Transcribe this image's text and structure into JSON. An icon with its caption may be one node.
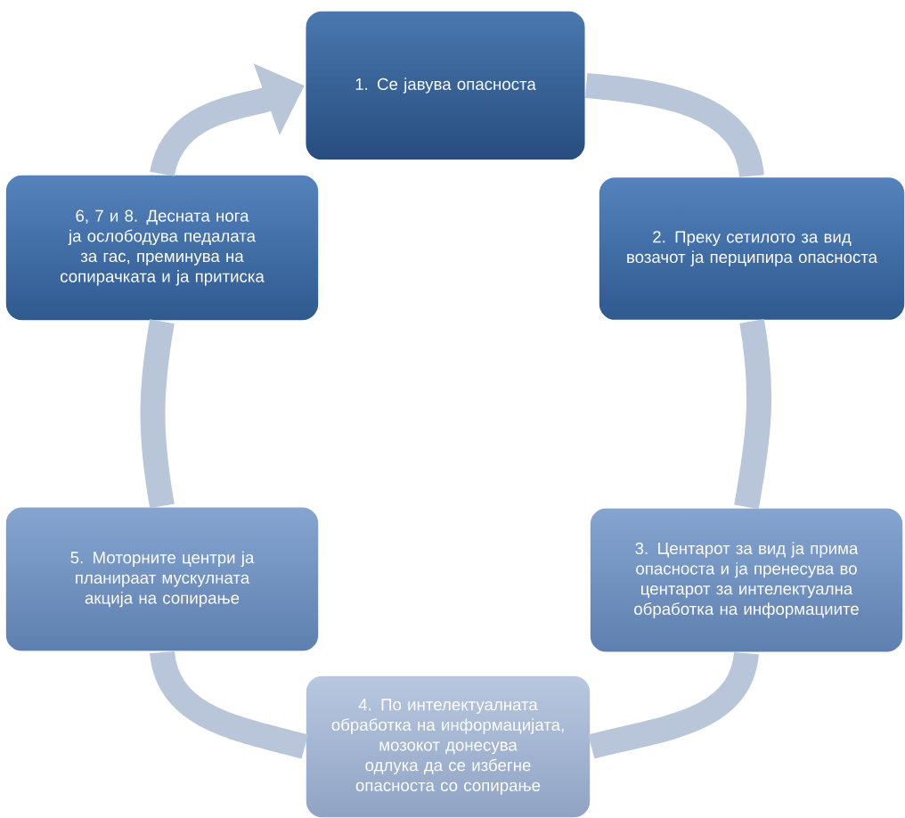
{
  "diagram": {
    "nodes": [
      {
        "text": [
          "1. Се јавува опасноста"
        ]
      },
      {
        "text": [
          "2. Преку сетилото за вид возачот ја перципира опасноста"
        ]
      },
      {
        "text": [
          "3. Центарот за вид ја прима опасноста и ја пренесува во центарот за интелектуална обработка на информациите"
        ]
      },
      {
        "text": [
          "4. По интелектуалната обработка на информацијата, мозокот донесува одлука да се избегне опасноста со сопирање"
        ]
      },
      {
        "text": [
          "5. Моторните центри ја планираат мускулната акција на сопирање"
        ]
      },
      {
        "text": [
          "6, 7 и 8. Десната нога ја ослободува педалата за гас, преминува на сопирачката и ја притиска"
        ]
      }
    ],
    "edges": [
      {
        "from": 0,
        "to": 1,
        "arrow": "none"
      },
      {
        "from": 1,
        "to": 2,
        "arrow": "none"
      },
      {
        "from": 2,
        "to": 3,
        "arrow": "none"
      },
      {
        "from": 3,
        "to": 4,
        "arrow": "none"
      },
      {
        "from": 4,
        "to": 5,
        "arrow": "none"
      },
      {
        "from": 5,
        "to": 0,
        "arrow": "to"
      }
    ]
  }
}
